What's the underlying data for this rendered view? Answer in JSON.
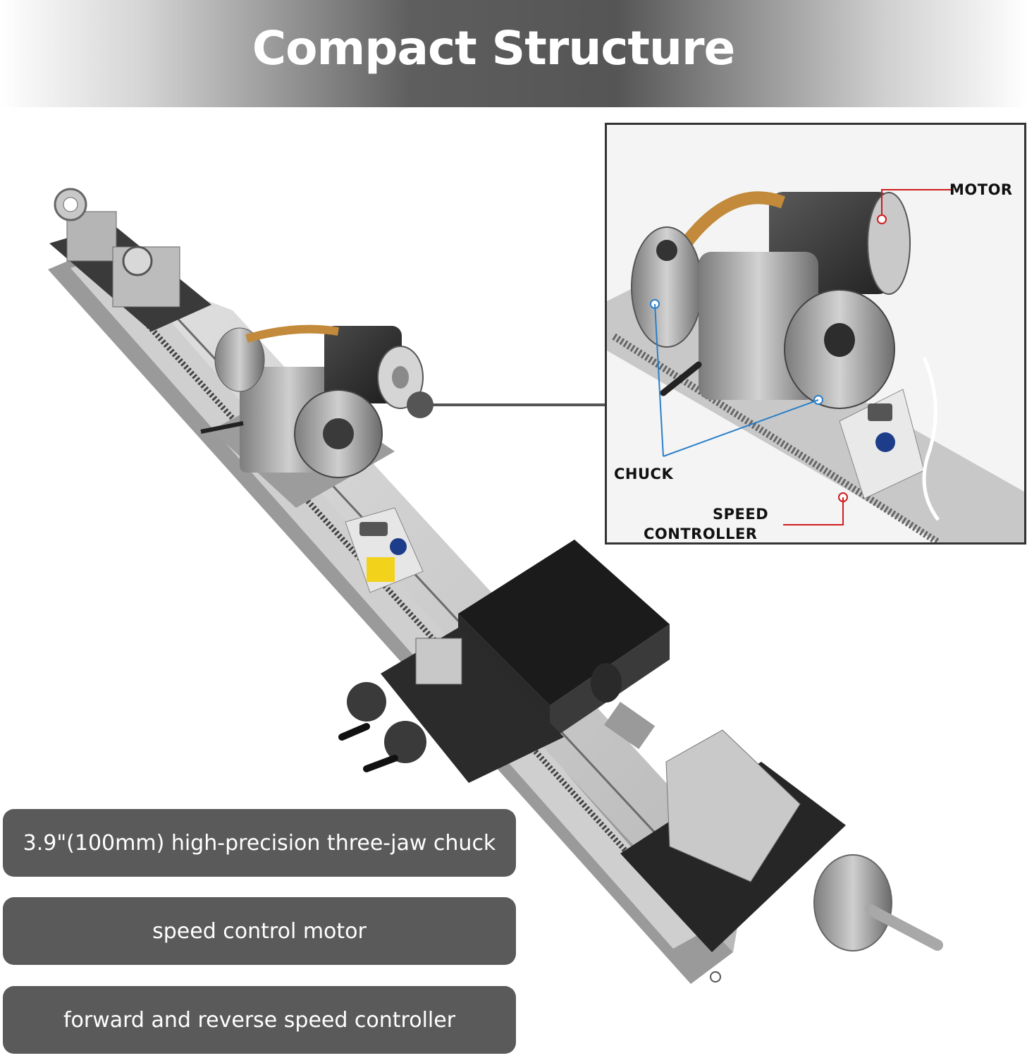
{
  "header": {
    "title": "Compact Structure"
  },
  "inset": {
    "labels": {
      "motor": "MOTOR",
      "chuck": "CHUCK",
      "speed_controller_line1": "SPEED",
      "speed_controller_line2": "CONTROLLER"
    }
  },
  "features": [
    "3.9\"(100mm) high-precision three-jaw chuck",
    "speed control motor",
    "forward and reverse speed controller"
  ]
}
